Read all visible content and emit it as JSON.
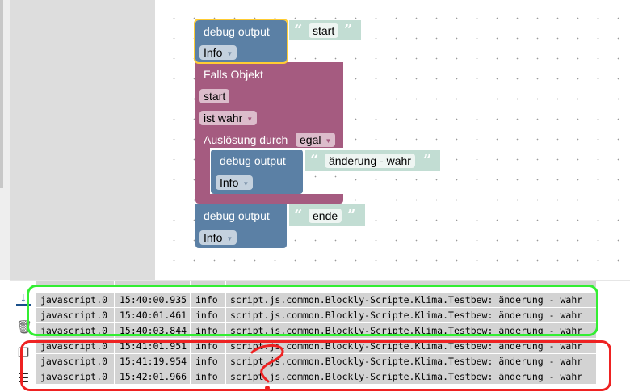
{
  "blocks": {
    "debug1": {
      "label": "debug output",
      "level": "Info",
      "text": "start"
    },
    "trigger": {
      "title": "Falls Objekt",
      "object": "start",
      "condition": "ist wahr",
      "trigger_label": "Auslösung durch",
      "trigger_value": "egal"
    },
    "debug2": {
      "label": "debug output",
      "level": "Info",
      "text": "änderung - wahr"
    },
    "debug3": {
      "label": "debug output",
      "level": "Info",
      "text": "ende"
    },
    "quote_open": "“",
    "quote_close": "”"
  },
  "log": {
    "rows": [
      {
        "source": "javascript.0",
        "time": "15:40:00.935",
        "level": "info",
        "message": "script.js.common.Blockly-Scripte.Klima.Testbew: änderung - wahr"
      },
      {
        "source": "javascript.0",
        "time": "15:40:01.461",
        "level": "info",
        "message": "script.js.common.Blockly-Scripte.Klima.Testbew: änderung - wahr"
      },
      {
        "source": "javascript.0",
        "time": "15:40:03.844",
        "level": "info",
        "message": "script.js.common.Blockly-Scripte.Klima.Testbew: änderung - wahr"
      },
      {
        "source": "javascript.0",
        "time": "15:41:01.951",
        "level": "info",
        "message": "script.js.common.Blockly-Scripte.Klima.Testbew: änderung - wahr"
      },
      {
        "source": "javascript.0",
        "time": "15:41:19.954",
        "level": "info",
        "message": "script.js.common.Blockly-Scripte.Klima.Testbew: änderung - wahr"
      },
      {
        "source": "javascript.0",
        "time": "15:42:01.966",
        "level": "info",
        "message": "script.js.common.Blockly-Scripte.Klima.Testbew: änderung - wahr"
      }
    ]
  },
  "colors": {
    "debug_block": "#5b80a5",
    "trigger_block": "#a55b80",
    "text_block": "#c2ddd3",
    "highlight": "#ffcc33",
    "annotation_green": "#33ee33",
    "annotation_red": "#ee2222"
  }
}
